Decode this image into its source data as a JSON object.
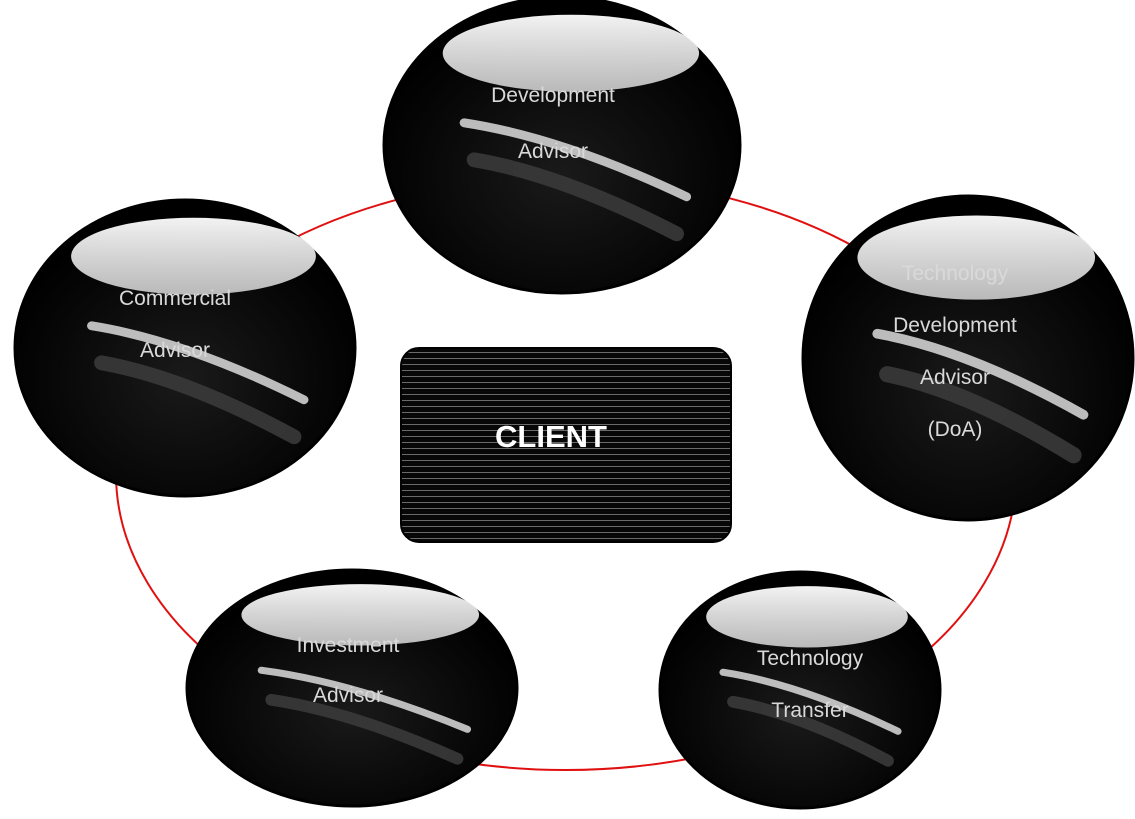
{
  "diagram": {
    "ring_color": "#e01010",
    "node_fill": "#050505",
    "node_highlight": "#f2f2f2",
    "center": {
      "label": "CLIENT",
      "text_color": "#ffffff"
    },
    "nodes": [
      {
        "id": "top",
        "lines": [
          "Development",
          "Advisor",
          ""
        ]
      },
      {
        "id": "right",
        "lines": [
          "Technology",
          "Development",
          "Advisor",
          "(DoA)"
        ]
      },
      {
        "id": "bottom-right",
        "lines": [
          "Technology",
          "Transfer",
          ""
        ]
      },
      {
        "id": "bottom-left",
        "lines": [
          "Investment",
          "Advisor",
          ""
        ]
      },
      {
        "id": "left",
        "lines": [
          "Commercial",
          "Advisor",
          ""
        ]
      }
    ]
  }
}
